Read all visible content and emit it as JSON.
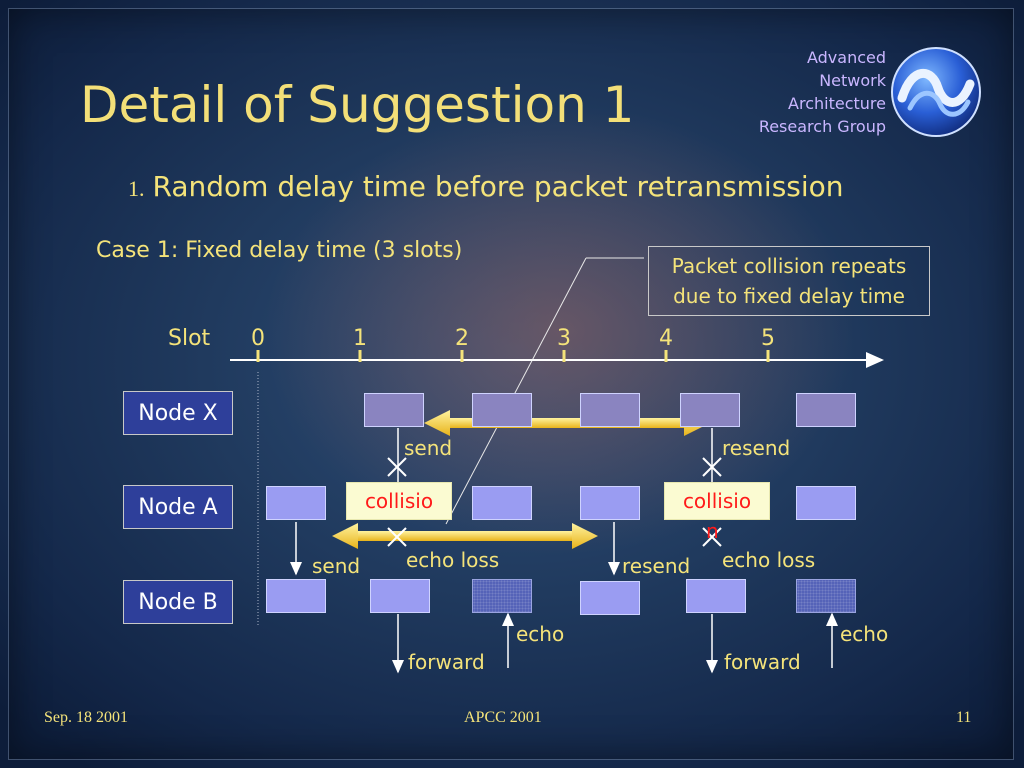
{
  "title": "Detail of Suggestion 1",
  "org": [
    "Advanced",
    "Network",
    "Architecture",
    "Research Group"
  ],
  "bullet": {
    "number": "1.",
    "text": "Random delay time before packet retransmission"
  },
  "case_label": "Case 1: Fixed delay time (3 slots)",
  "callout": [
    "Packet collision repeats",
    "due to fixed delay time"
  ],
  "timeline": {
    "label": "Slot",
    "ticks": [
      "0",
      "1",
      "2",
      "3",
      "4",
      "5"
    ]
  },
  "nodes": {
    "x": "Node X",
    "a": "Node A",
    "b": "Node B"
  },
  "annotations": {
    "send_x": "send",
    "resend_x": "resend",
    "send_a": "send",
    "echo_loss_1": "echo loss",
    "resend_a": "resend",
    "echo_loss_2": "echo loss",
    "echo_1": "echo",
    "echo_2": "echo",
    "forward_1": "forward",
    "forward_2": "forward"
  },
  "collision_labels": [
    "collisio",
    "collisio"
  ],
  "collision_overflow": "n",
  "footer": {
    "date": "Sep. 18 2001",
    "conference": "APCC 2001",
    "page": "11"
  },
  "colors": {
    "text_yellow": "#f4e37a",
    "node_box": "#2e3f9a",
    "packet": "#9a9cf2",
    "collision_text": "#ff1a1a",
    "arrow_gold": "#f2c52a"
  }
}
